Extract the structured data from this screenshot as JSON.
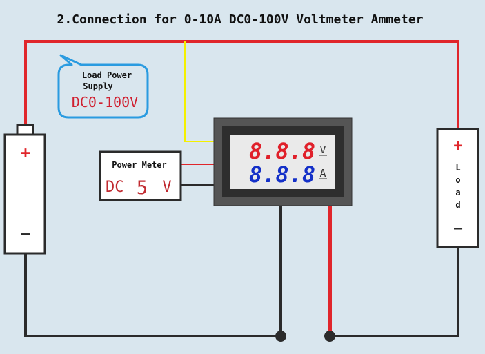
{
  "title": "2.Connection for 0-10A DC0-100V Voltmeter Ammeter",
  "supply_bubble": {
    "line1": "Load Power",
    "line2": "Supply",
    "range": "DC0-100V"
  },
  "battery": {
    "plus": "+",
    "minus": "—"
  },
  "power_meter": {
    "label": "Power Meter",
    "dc": "DC",
    "value": "5",
    "unit": "V"
  },
  "meter": {
    "voltage_digits": "8.8.8",
    "voltage_unit": "V",
    "current_digits": "8.8.8",
    "current_unit": "A"
  },
  "load": {
    "plus": "+",
    "letters": [
      "L",
      "o",
      "a",
      "d"
    ],
    "minus": "—"
  },
  "colors": {
    "background": "#d9e6ee",
    "red_wire": "#e0262b",
    "black_wire": "#2b2b2b",
    "yellow_wire": "#f4f000",
    "voltage_digit": "#e0202a",
    "current_digit": "#1430c8",
    "bubble_border": "#2a9be0"
  }
}
